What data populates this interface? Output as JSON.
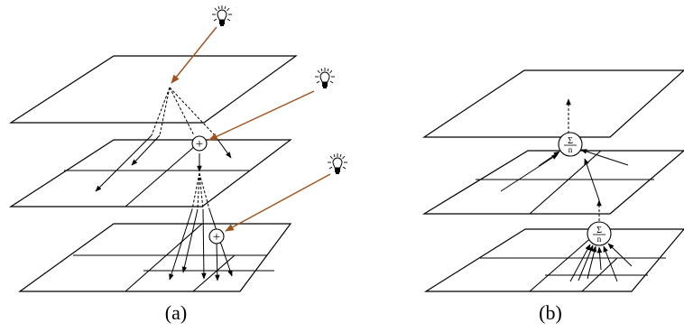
{
  "captions": {
    "a": "(a)",
    "b": "(b)"
  },
  "node_symbols": {
    "sum": "+",
    "sigma": "Σ",
    "n": "n"
  },
  "colors": {
    "light_ray": "#a0521c",
    "lines": "#000000",
    "background": "#ffffff"
  },
  "icons": [
    "light-bulb-icon"
  ]
}
